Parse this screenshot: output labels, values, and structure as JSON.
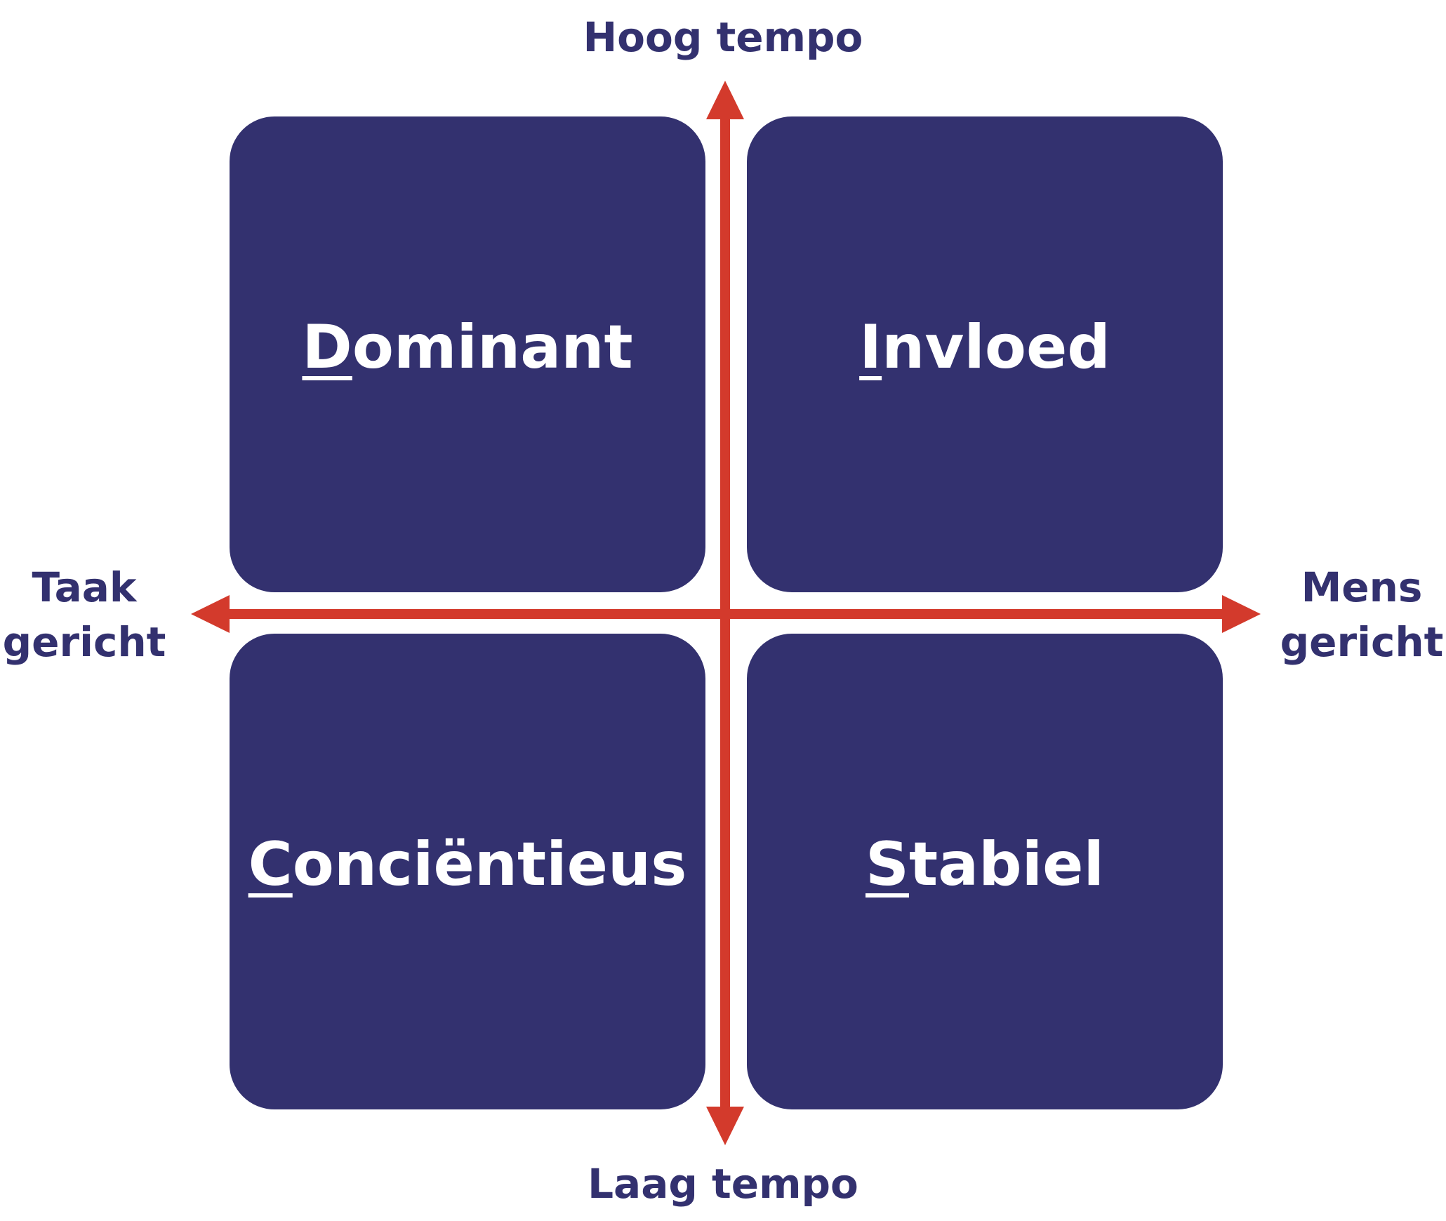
{
  "axes": {
    "top": "Hoog tempo",
    "bottom": "Laag tempo",
    "left_line1": "Taak",
    "left_line2": "gericht",
    "right_line1": "Mens",
    "right_line2": "gericht"
  },
  "quadrants": {
    "top_left": {
      "initial": "D",
      "rest": "ominant"
    },
    "top_right": {
      "initial": "I",
      "rest": "nvloed"
    },
    "bottom_left": {
      "initial": "C",
      "rest": "onciëntieus"
    },
    "bottom_right": {
      "initial": "S",
      "rest": "tabiel"
    }
  },
  "colors": {
    "box": "#33316f",
    "arrow": "#d33a2c",
    "text_label": "#33316f",
    "text_box": "#ffffff"
  }
}
